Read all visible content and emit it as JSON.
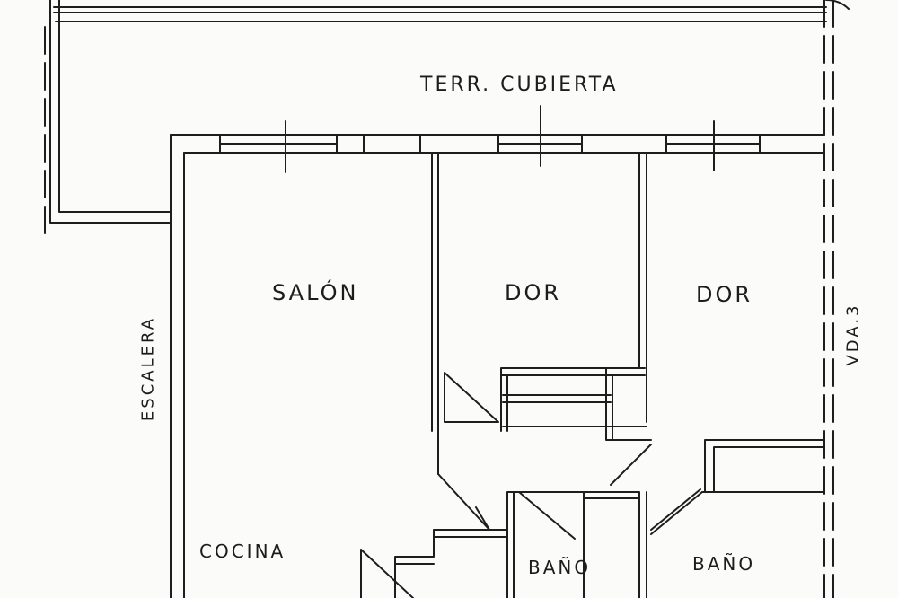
{
  "plan": {
    "line_color": "#1e1e1e",
    "paper_color": "#fbfbfa",
    "labels": {
      "terrace": "TERR. CUBIERTA",
      "living": "SALÓN",
      "bedroom_1": "DOR",
      "bedroom_2": "DOR",
      "kitchen": "COCINA",
      "bathroom_1": "BAÑO",
      "bathroom_2": "BAÑO",
      "stairs": "ESCALERA",
      "neighbor": "VDA.3"
    }
  }
}
